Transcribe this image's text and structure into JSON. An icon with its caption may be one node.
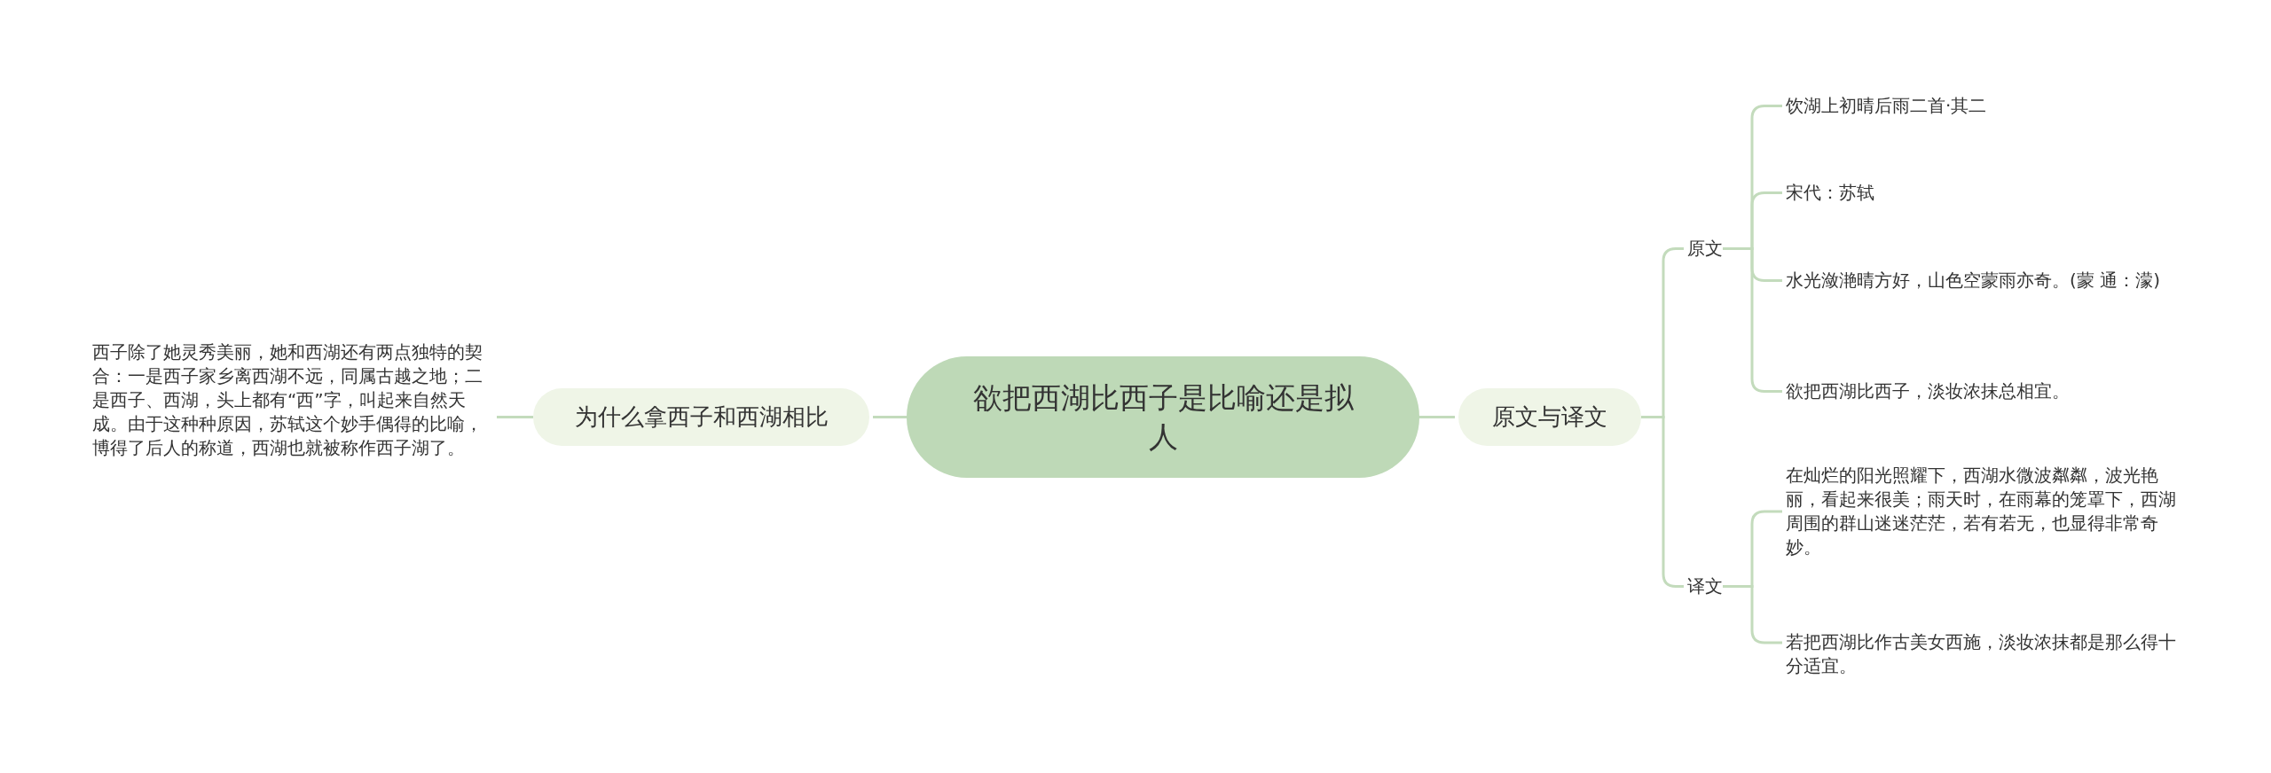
{
  "diagram": {
    "nodes": [
      {
        "text": [
          "欲把西湖比西子是比喻还是拟人"
        ]
      },
      {
        "text": [
          "为什么拿西子和西湖相比"
        ]
      },
      {
        "text": [
          "西子除了她灵秀美丽，她和西湖还有两点独特的契合：一是西子家乡离西湖不远，同属古越之地；二是西子、西湖，头上都有“西”字，叫起来自然天成。由于这种种原因，苏轼这个妙手偶得的比喻，博得了后人的称道，西湖也就被称作西子湖了。"
        ]
      },
      {
        "text": [
          "原文与译文"
        ]
      },
      {
        "text": [
          "原文"
        ]
      },
      {
        "text": [
          "译文"
        ]
      },
      {
        "text": [
          "饮湖上初晴后雨二首·其二"
        ]
      },
      {
        "text": [
          "宋代：苏轼"
        ]
      },
      {
        "text": [
          "水光潋滟晴方好，山色空蒙雨亦奇。(蒙 通：濛)"
        ]
      },
      {
        "text": [
          "欲把西湖比西子，淡妆浓抹总相宜。"
        ]
      },
      {
        "text": [
          "在灿烂的阳光照耀下，西湖水微波粼粼，波光艳丽，看起来很美；雨天时，在雨幕的笼罩下，西湖周围的群山迷迷茫茫，若有若无，也显得非常奇妙。"
        ]
      },
      {
        "text": [
          "若把西湖比作古美女西施，淡妆浓抹都是那么得十分适宜。"
        ]
      }
    ],
    "edges": [
      {
        "from": 0,
        "to": 1,
        "arrow": "none"
      },
      {
        "from": 1,
        "to": 2,
        "arrow": "none"
      },
      {
        "from": 0,
        "to": 3,
        "arrow": "none"
      },
      {
        "from": 3,
        "to": 4,
        "arrow": "none"
      },
      {
        "from": 3,
        "to": 5,
        "arrow": "none"
      },
      {
        "from": 4,
        "to": 6,
        "arrow": "none"
      },
      {
        "from": 4,
        "to": 7,
        "arrow": "none"
      },
      {
        "from": 4,
        "to": 8,
        "arrow": "none"
      },
      {
        "from": 4,
        "to": 9,
        "arrow": "none"
      },
      {
        "from": 5,
        "to": 10,
        "arrow": "none"
      },
      {
        "from": 5,
        "to": 11,
        "arrow": "none"
      }
    ]
  }
}
